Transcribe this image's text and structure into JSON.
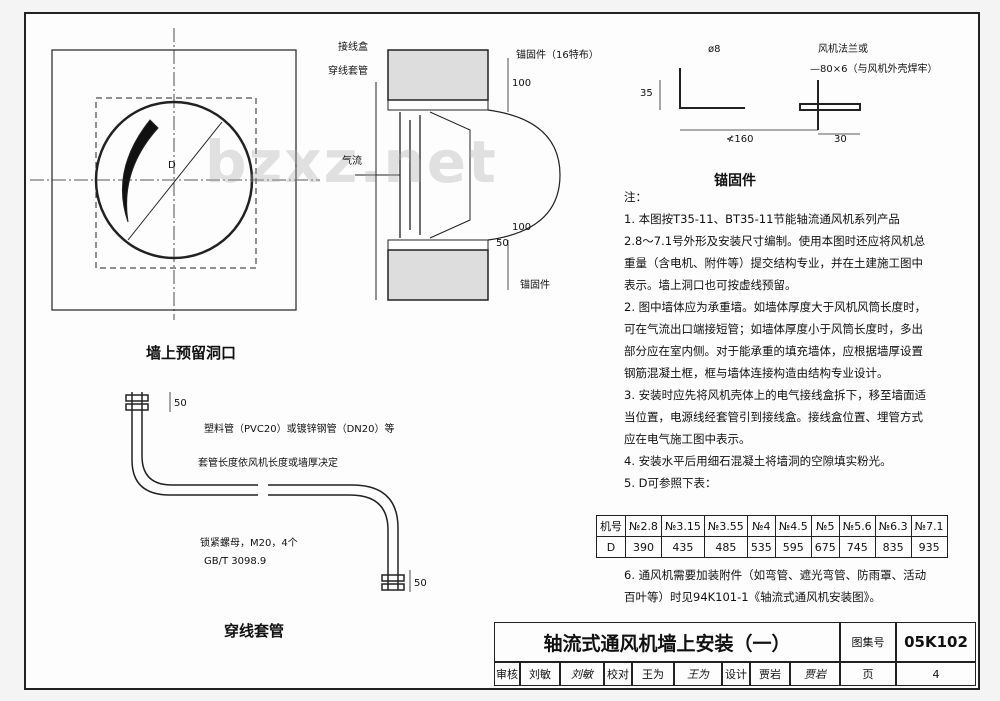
{
  "drawings": {
    "opening": {
      "caption": "墙上预留洞口",
      "dim_d": "D"
    },
    "section": {
      "callout_box": "接线盒",
      "callout_sleeve": "穿线套管",
      "callout_airflow": "气流",
      "callout_anchor_top": "锚固件（16特布）",
      "callout_anchor_bottom": "锚固件",
      "dim_100_top": "100",
      "dim_100_bottom": "100",
      "dim_50": "50"
    },
    "anchor": {
      "caption": "锚固件",
      "dim_phi": "ø8",
      "dim_35": "35",
      "dim_160": "≮160",
      "dim_30": "30",
      "flange_note_1": "风机法兰或",
      "flange_note_2": "—80×6（与风机外壳焊牢）"
    },
    "conduit": {
      "caption": "穿线套管",
      "note_pipe": "塑料管（PVC20）或镀锌钢管（DN20）等",
      "note_length": "套管长度依风机长度或墙厚决定",
      "note_nut": "锁紧螺母，M20，4个",
      "note_std": "GB/T 3098.9",
      "dim_50_top": "50",
      "dim_50_bottom": "50"
    }
  },
  "notes": {
    "title": "注：",
    "lines": [
      "1. 本图按T35-11、BT35-11节能轴流通风机系列产品",
      "2.8～7.1号外形及安装尺寸编制。使用本图时还应将风机总",
      "重量（含电机、附件等）提交结构专业，并在土建施工图中",
      "表示。墙上洞口也可按虚线预留。",
      "2. 图中墙体应为承重墙。如墙体厚度大于风机风筒长度时，",
      "可在气流出口端接短管；如墙体厚度小于风筒长度时，多出",
      "部分应在室内侧。对于能承重的填充墙体，应根据墙厚设置",
      "钢筋混凝土框，框与墙体连接构造由结构专业设计。",
      "3. 安装时应先将风机壳体上的电气接线盒拆下，移至墙面适",
      "当位置，电源线经套管引到接线盒。接线盒位置、埋管方式",
      "应在电气施工图中表示。",
      "4. 安装水平后用细石混凝土将墙洞的空隙填实粉光。",
      "5. D可参照下表："
    ],
    "line6": [
      "6. 通风机需要加装附件（如弯管、遮光弯管、防雨罩、活动",
      "百叶等）时见94K101-1《轴流式通风机安装图》。"
    ]
  },
  "d_table": {
    "header": [
      "机号",
      "№2.8",
      "№3.15",
      "№3.55",
      "№4",
      "№4.5",
      "№5",
      "№5.6",
      "№6.3",
      "№7.1"
    ],
    "row": [
      "D",
      "390",
      "435",
      "485",
      "535",
      "595",
      "675",
      "745",
      "835",
      "935"
    ]
  },
  "title_block": {
    "title": "轴流式通风机墙上安装（一）",
    "atlas_label": "图集号",
    "atlas_no": "05K102",
    "review_label": "审核",
    "reviewer": "刘敏",
    "review_sign": "刘敏",
    "check_label": "校对",
    "checker": "王为",
    "check_sign": "王为",
    "design_label": "设计",
    "designer": "贾岩",
    "design_sign": "贾岩",
    "page_label": "页",
    "page_no": "4"
  },
  "watermark": "bzxz.net"
}
